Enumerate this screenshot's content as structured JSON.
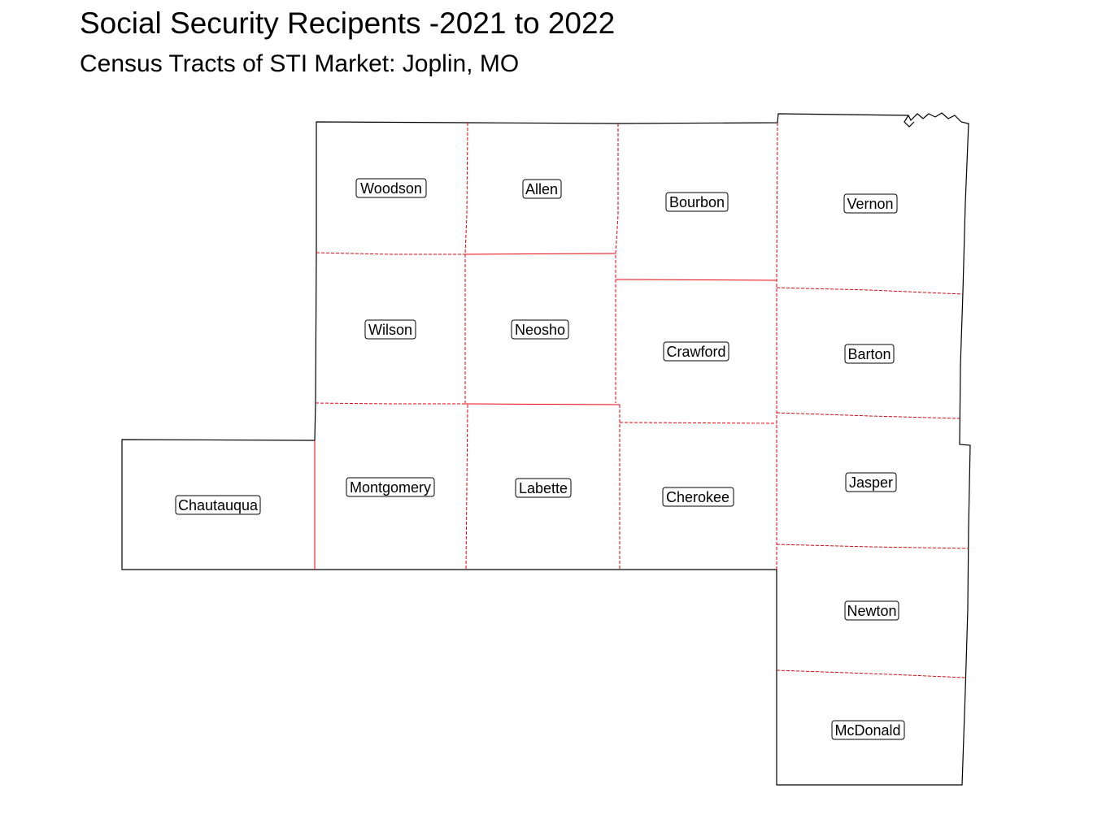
{
  "header": {
    "title": "Social Security Recipents -2021 to 2022",
    "subtitle": "Census Tracts of STI Market: Joplin, MO"
  },
  "map": {
    "line_color": "#e8000b",
    "counties": [
      {
        "id": "woodson",
        "name": "Woodson"
      },
      {
        "id": "allen",
        "name": "Allen"
      },
      {
        "id": "bourbon",
        "name": "Bourbon"
      },
      {
        "id": "vernon",
        "name": "Vernon"
      },
      {
        "id": "wilson",
        "name": "Wilson"
      },
      {
        "id": "neosho",
        "name": "Neosho"
      },
      {
        "id": "crawford",
        "name": "Crawford"
      },
      {
        "id": "barton",
        "name": "Barton"
      },
      {
        "id": "chautauqua",
        "name": "Chautauqua"
      },
      {
        "id": "montgomery",
        "name": "Montgomery"
      },
      {
        "id": "labette",
        "name": "Labette"
      },
      {
        "id": "cherokee",
        "name": "Cherokee"
      },
      {
        "id": "jasper",
        "name": "Jasper"
      },
      {
        "id": "newton",
        "name": "Newton"
      },
      {
        "id": "mcdonald",
        "name": "McDonald"
      }
    ]
  }
}
